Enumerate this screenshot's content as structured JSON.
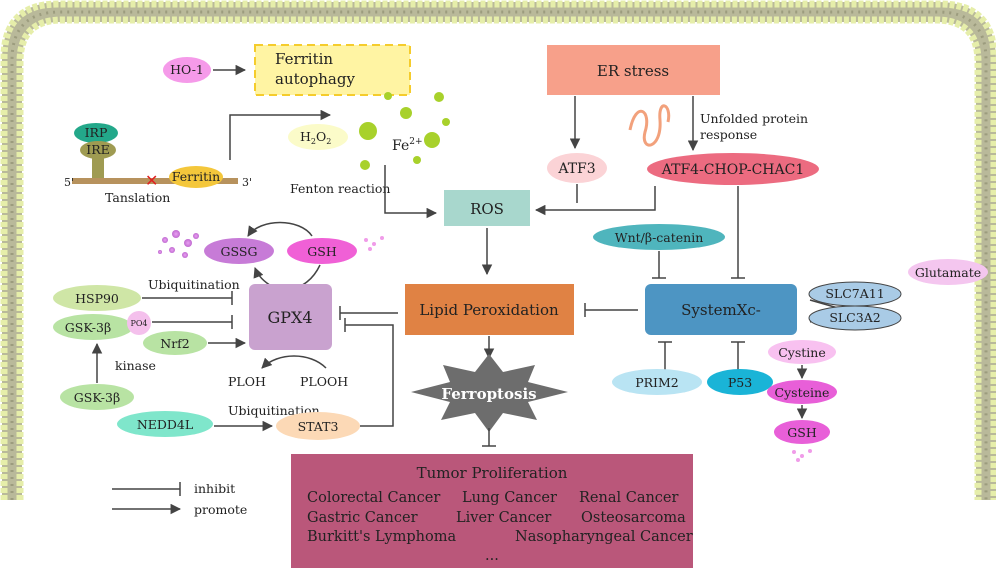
{
  "nodes": {
    "ho1": "HO-1",
    "ferritin_autophagy_1": "Ferritin",
    "ferritin_autophagy_2": "autophagy",
    "er_stress": "ER stress",
    "unfolded_1": "Unfolded protein",
    "unfolded_2": "response",
    "irp": "IRP",
    "ire": "IRE",
    "ferritin": "Ferritin",
    "five_prime": "5'",
    "three_prime": "3'",
    "translation": "Tanslation",
    "h2o2": "H",
    "h2o2_sub": "2",
    "h2o2_o": "O",
    "h2o2_sub2": "2",
    "fe": "Fe",
    "fe_sup": "2+",
    "fenton": "Fenton reaction",
    "atf3": "ATF3",
    "atf4": "ATF4-CHOP-CHAC1",
    "ros": "ROS",
    "wnt": "Wnt/β-catenin",
    "gssg": "GSSG",
    "gsh_cycle": "GSH",
    "hsp90": "HSP90",
    "ubiquitination_1": "Ubiquitination",
    "gsk3b_po4": "GSK-3β",
    "po4": "PO4",
    "nrf2": "Nrf2",
    "kinase": "kinase",
    "gsk3b": "GSK-3β",
    "gpx4": "GPX4",
    "ploh": "PLOH",
    "plooh": "PLOOH",
    "lipid_peroxidation": "Lipid Peroxidation",
    "systemxc": "SystemXc-",
    "slc7a11": "SLC7A11",
    "slc3a2": "SLC3A2",
    "glutamate": "Glutamate",
    "cystine": "Cystine",
    "cysteine": "Cysteine",
    "gsh_right": "GSH",
    "prim2": "PRIM2",
    "p53": "P53",
    "ferroptosis": "Ferroptosis",
    "nedd4l": "NEDD4L",
    "ubiquitination_2": "Ubiquitination",
    "stat3": "STAT3"
  },
  "tumor": {
    "title": "Tumor Proliferation",
    "row1": [
      "Colorectal Cancer",
      "Lung Cancer",
      "Renal Cancer"
    ],
    "row2": [
      "Gastric Cancer",
      "Liver Cancer",
      "Osteosarcoma"
    ],
    "row3": [
      "Burkitt's Lymphoma",
      "Nasopharyngeal Cancer"
    ],
    "ellipsis": "..."
  },
  "legend": {
    "inhibit": "inhibit",
    "promote": "promote"
  },
  "colors": {
    "membrane_head": "#e8efb0",
    "membrane_tail": "#b9b99a",
    "ferritin_box": "#fff4a3",
    "er_stress": "#f7a08a",
    "atf3": "#fbd3d6",
    "atf4": "#ec6b80",
    "ros": "#a8d7cd",
    "wnt": "#4fb5bd",
    "gssg": "#c77bd7",
    "gsh": "#f060d6",
    "hsp90": "#cfe6a6",
    "gsk": "#b8e3a3",
    "gpx4": "#c9a2cf",
    "lipid": "#e08244",
    "systemxc": "#4d95c3",
    "slc": "#a9cbe6",
    "glutamate": "#f4c6ef",
    "cystine": "#f8c1f0",
    "cysteine": "#e85fd8",
    "prim2": "#b9e4f3",
    "p53": "#1ab4d7",
    "nedd4l": "#7fe6cb",
    "stat3": "#fcd9b6",
    "tumor": "#ba577a",
    "fe": "#a8d12b"
  }
}
